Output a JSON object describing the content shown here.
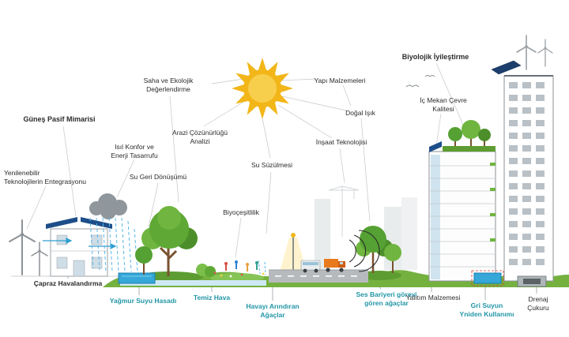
{
  "diagram": {
    "concept_labels": {
      "gunes_pasif_mimarisi": "Güneş Pasif Mimarisi",
      "saha_ve_ekolojik_degerlendirme": "Saha ve Ekolojik\nDeğerlendirme",
      "yapi_malzemeleri": "Yapı Malzemeleri",
      "biyolojik_iyilestirme": "Biyolojik İyileştirme",
      "ic_mekan_cevre_kalitesi": "İç Mekan Çevre\nKalitesi",
      "dogal_isik": "Doğal Işık",
      "insaat_teknolojisi": "İnşaat Teknolojisi",
      "arazi_cozunurlugu_analizi": "Arazi Çözünürlüğü\nAnalizi",
      "isil_konfor_ve_enerji_tasarrufu": "Isıl Konfor ve\nEnerji Tasarrufu",
      "su_geri_donusumu": "Su Geri Dönüşümü",
      "yenilenebilir_teknolojilerin_entegrasyonu": "Yenilenebilir\nTeknolojilerin Entegrasyonu",
      "su_suzulmesi": "Su Süzülmesi",
      "biyocesitlilik": "Biyoçeşitlilik"
    },
    "feature_labels": {
      "capraz_havalandirma": "Çapraz Havalandırma",
      "yagmur_suyu_hasadi": "Yağmur Suyu Hasadı",
      "temiz_hava": "Temiz Hava",
      "havayi_arindiran_agaclar": "Havayı Arındıran\nAğaçlar",
      "ses_bariyeri_gorevi_goren_agaclar": "Ses Bariyeri görevi\ngören ağaçlar",
      "yalitim_malzemesi": "Yalıtım Malzemesi",
      "gri_suyun_yeniden_kullanimi": "Gri Suyun\nYniden Kullanımı",
      "drenaj_cukuru": "Drenaj Çukuru"
    },
    "colors": {
      "teal_label": "#2196a6",
      "dark_label": "#2b2b2b",
      "sun": "#f2b619",
      "grass": "#74b13f",
      "water": "#35a7d8",
      "solar_panel": "#1d4e89"
    }
  }
}
